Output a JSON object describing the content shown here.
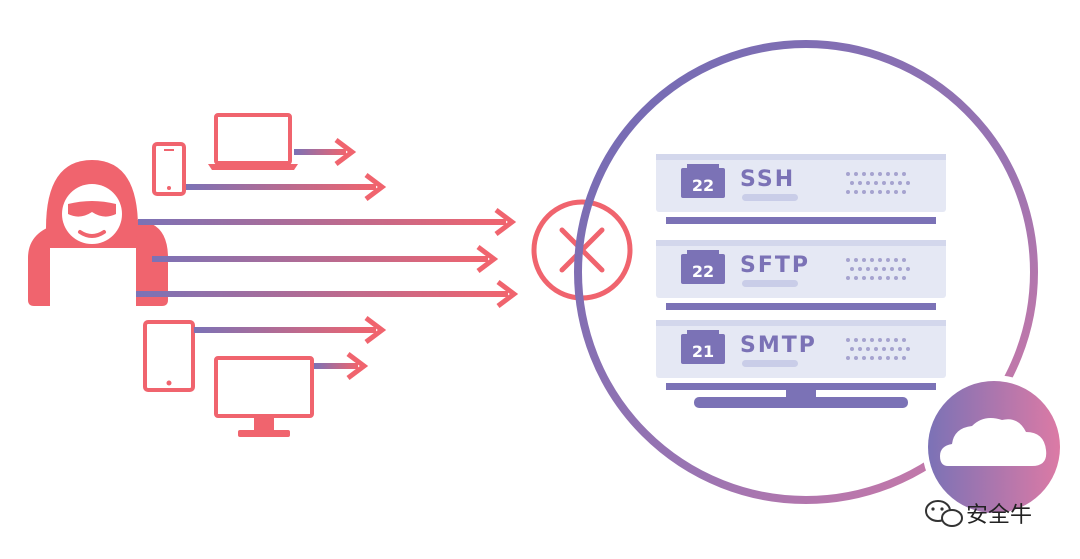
{
  "colors": {
    "attacker_red": "#f0646e",
    "purple": "#7b72b6",
    "server_fill": "#e5e8f4",
    "server_slot": "#cfd3ea",
    "cloud_bg_start": "#7b72b6",
    "cloud_bg_end": "#d87aa6"
  },
  "icons": {
    "attacker": "hacker-icon",
    "phone": "phone-icon",
    "laptop": "laptop-icon",
    "tablet": "tablet-icon",
    "monitor": "monitor-icon",
    "blocked": "x-circle-icon",
    "cloud": "cloud-icon",
    "wechat": "wechat-icon"
  },
  "servers": [
    {
      "port": "22",
      "protocol": "SSH"
    },
    {
      "port": "22",
      "protocol": "SFTP"
    },
    {
      "port": "21",
      "protocol": "SMTP"
    }
  ],
  "watermark": {
    "text": "安全牛"
  }
}
